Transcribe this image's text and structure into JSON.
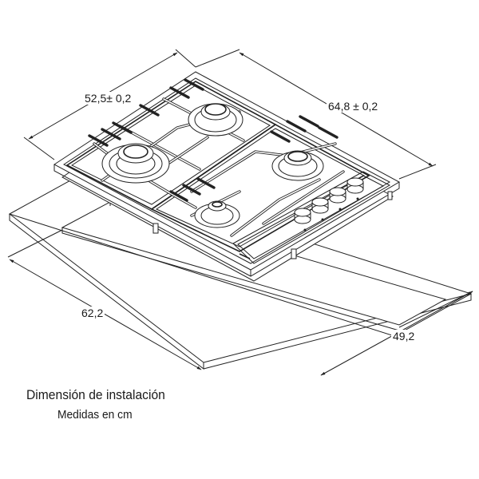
{
  "figure": {
    "subject": "gas hob installation dimensions (isometric line drawing)",
    "line_color": "#222222",
    "background": "#ffffff"
  },
  "dimensions": {
    "hob_depth": "52,5± 0,2",
    "hob_width": "64,8 ± 0,2",
    "cutout_width": "62,2",
    "cutout_depth": "49,2"
  },
  "hob": {
    "burners": 4,
    "control_knobs": 4
  },
  "caption": {
    "title": "Dimensión de instalación",
    "subtitle": "Medidas en cm"
  }
}
